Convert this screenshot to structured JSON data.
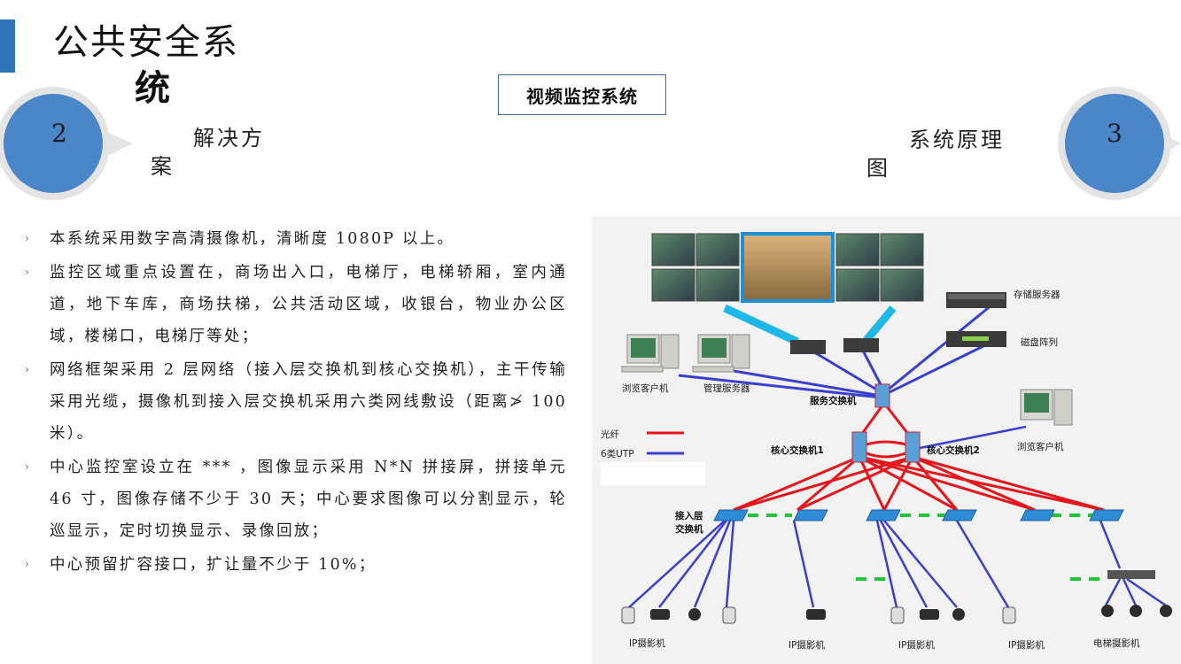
{
  "header": {
    "title_line1": "公共安全系",
    "title_line2": "统",
    "subtitle": "视频监控系统"
  },
  "left_section": {
    "number": "2",
    "label_line1": "解决方",
    "label_line2": "案"
  },
  "right_section": {
    "number": "3",
    "label_line1": "系统原理",
    "label_line2": "图"
  },
  "bullets": [
    "本系统采用数字高清摄像机，清晰度 1080P 以上。",
    "监控区域重点设置在，商场出入口，电梯厅，电梯轿厢，室内通道，地下车库，商场扶梯，公共活动区域，收银台，物业办公区域，楼梯口，电梯厅等处；",
    "网络框架采用 2 层网络（接入层交换机到核心交换机），主干传输采用光缆，摄像机到接入层交换机采用六类网线敷设（距离≯ 100 米）。",
    "中心监控室设立在 *** ，图像显示采用 N*N 拼接屏，拼接单元 46 寸，图像存储不少于 30 天；中心要求图像可以分割显示，轮巡显示，定时切换显示、录像回放；",
    "中心预留扩容接口，扩让量不少于 10%；"
  ],
  "diagram": {
    "legend_fiber": "光纤",
    "legend_utp": "6类UTP",
    "storage_server": "存储服务器",
    "disk_array": "磁盘阵列",
    "browse_client_left": "浏览客户机",
    "management_server": "管理服务器",
    "service_switch": "服务交换机",
    "core_switch_1": "核心交换机1",
    "core_switch_2": "核心交换机2",
    "browse_client_right": "浏览客户机",
    "access_switch_line1": "接入层",
    "access_switch_line2": "交换机",
    "camera_labels": [
      "IP摄影机",
      "IP摄影机",
      "IP摄影机",
      "IP摄影机",
      "电梯摄影机"
    ]
  },
  "colors": {
    "accent": "#2e75b6",
    "bubble": "#4a86c8",
    "bubble_ring": "#e4e4e4",
    "fiber": "#e8141c",
    "utp": "#3a3fd0",
    "video_link": "#1fb8e6",
    "backup_link": "#22c43a"
  }
}
